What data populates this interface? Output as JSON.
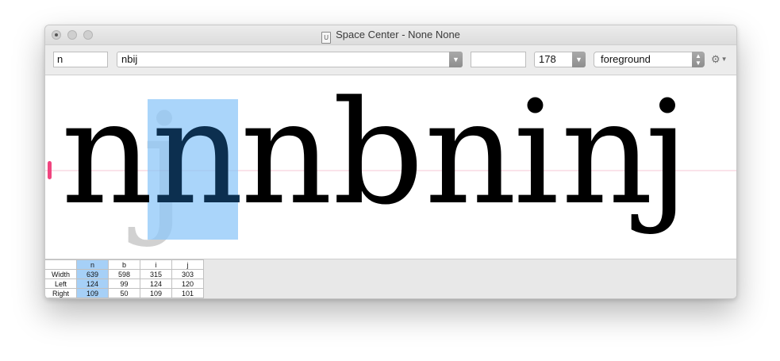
{
  "window": {
    "title": "Space Center - None None",
    "doc_icon": "U"
  },
  "toolbar": {
    "glyph_field": "n",
    "text_field": "nbij",
    "suffix_field": "",
    "size_value": "178",
    "layer_value": "foreground",
    "gear_icon": "gear-icon"
  },
  "canvas": {
    "glyphs": [
      "n",
      "n",
      "n",
      "b",
      "n",
      "i",
      "n",
      "j"
    ],
    "selected_index": 1,
    "ghost_glyph": "j",
    "selection_color": "#8ec7f8",
    "baseline_color": "#f4c7d4",
    "marker_color": "#f0457f"
  },
  "metrics": {
    "headers": [
      "",
      "n",
      "b",
      "i",
      "j"
    ],
    "rows": [
      {
        "label": "Width",
        "values": [
          "639",
          "598",
          "315",
          "303"
        ]
      },
      {
        "label": "Left",
        "values": [
          "124",
          "99",
          "124",
          "120"
        ]
      },
      {
        "label": "Right",
        "values": [
          "109",
          "50",
          "109",
          "101"
        ]
      }
    ],
    "selected_column": 0
  }
}
